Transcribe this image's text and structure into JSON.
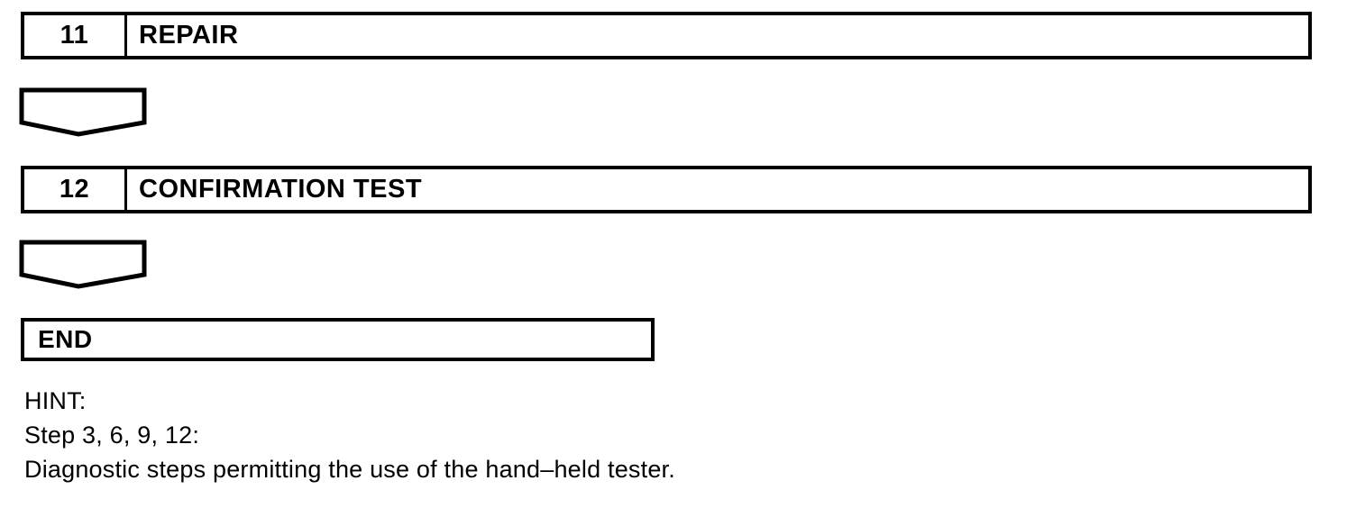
{
  "flowchart": {
    "steps": [
      {
        "number": "11",
        "label": "REPAIR"
      },
      {
        "number": "12",
        "label": "CONFIRMATION TEST"
      }
    ],
    "end_label": "END"
  },
  "hint": {
    "lines": [
      "HINT:",
      "Step 3, 6, 9, 12:",
      "Diagnostic steps permitting the use of the hand–held tester."
    ]
  },
  "colors": {
    "line": "#000000",
    "background": "#ffffff"
  }
}
